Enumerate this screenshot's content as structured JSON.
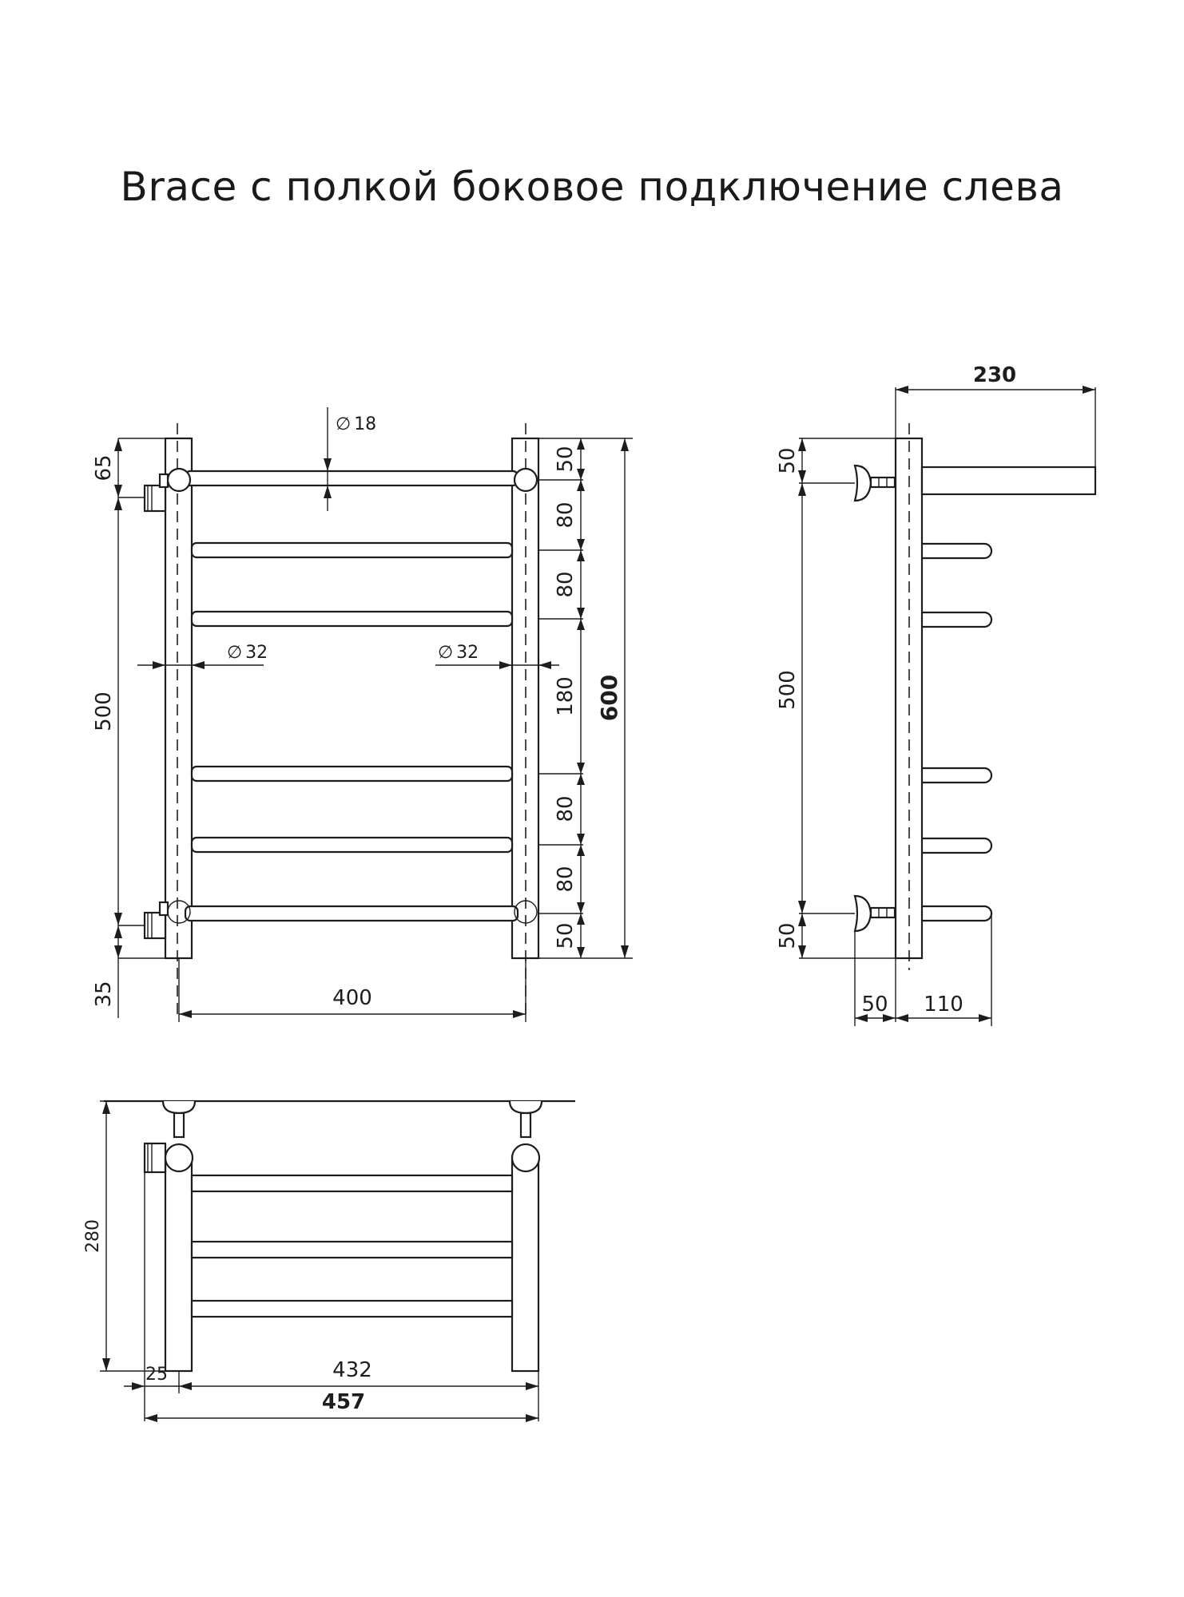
{
  "title": "Brace с полкой  боковое подключение слева",
  "front_view": {
    "top_offset": "65",
    "center_distance": "500",
    "bottom_offset": "35",
    "width": "400",
    "rail_diameter": "18",
    "post_diameter_left": "32",
    "post_diameter_right": "32",
    "diameter_symbol": "∅",
    "right_spacings": [
      "50",
      "80",
      "80",
      "180",
      "80",
      "80",
      "50"
    ],
    "total_height": "600"
  },
  "side_view": {
    "shelf_depth": "230",
    "top_offset": "50",
    "center_distance": "500",
    "bottom_offset": "50",
    "wall_gap": "50",
    "rail_depth": "110"
  },
  "top_view": {
    "depth": "280",
    "offset": "25",
    "inner_width": "432",
    "total_width": "457"
  }
}
